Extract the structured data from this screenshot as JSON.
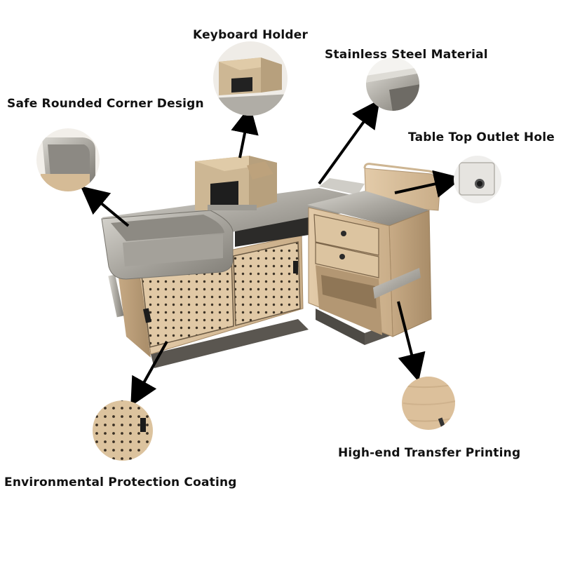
{
  "labels": {
    "keyboard_holder": "Keyboard Holder",
    "stainless_steel": "Stainless Steel Material",
    "rounded_corner": "Safe Rounded Corner Design",
    "outlet_hole": "Table Top Outlet Hole",
    "transfer_printing": "High-end Transfer Printing",
    "protection_coating": "Environmental Protection Coating"
  },
  "colors": {
    "background": "#ffffff",
    "text": "#111111",
    "arrow": "#000000",
    "wood": "#d9c09e",
    "wood_dark": "#b89c78",
    "steel": "#b5b3ad",
    "steel_dark": "#8e8b84",
    "plinth": "#55524c"
  },
  "icons": {
    "pointer": "arrow-icon"
  }
}
